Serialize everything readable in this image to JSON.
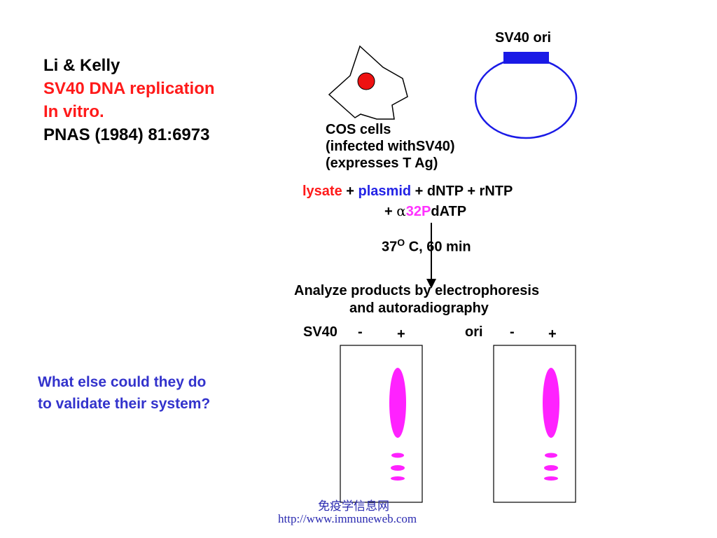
{
  "citation": {
    "authors": "Li & Kelly",
    "title_line1": "SV40 DNA replication",
    "title_line2": "In vitro.",
    "journal": "PNAS (1984) 81:6973"
  },
  "plasmid": {
    "label": "SV40 ori"
  },
  "cell": {
    "line1": "COS cells",
    "line2_a": "(infected with",
    "line2_b": "SV40)",
    "line3": "(expresses T Ag)"
  },
  "reaction": {
    "lysate": "lysate",
    "plus1": "+",
    "plasmid": "plasmid",
    "rest": "+ dNTP + rNTP",
    "plus2": "+",
    "alpha": "α",
    "isotope": "32P",
    "datp": "dATP"
  },
  "incubation": {
    "temp": "37",
    "sup": "O",
    "rest": " C, 60 min"
  },
  "analysis": {
    "line1": "Analyze products by electrophoresis",
    "line2": "and autoradiography"
  },
  "gels": {
    "gel1": {
      "label": "SV40",
      "minus": "-",
      "plus": "+"
    },
    "gel2": {
      "label": "ori",
      "minus": "-",
      "plus": "+"
    }
  },
  "question": {
    "line1": "What else could they do",
    "line2": "to validate their system?"
  },
  "footer": {
    "line1": "免疫学信息网",
    "line2": "http://www.immuneweb.com"
  },
  "colors": {
    "red": "#ff1a1a",
    "blue": "#2323e6",
    "magenta": "#ff33ff",
    "question": "#3333cc"
  }
}
